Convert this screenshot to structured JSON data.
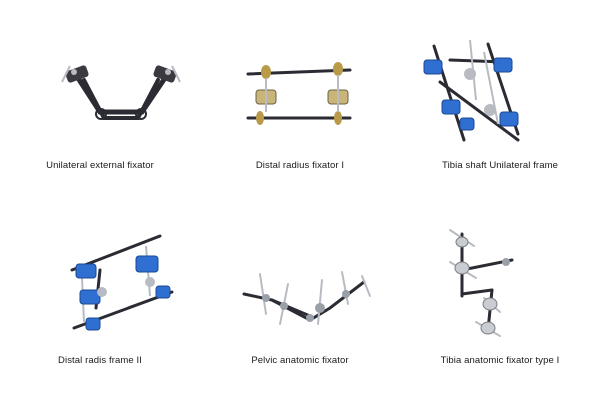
{
  "items": [
    {
      "caption": "Unilateral external fixator"
    },
    {
      "caption": "Distal radius fixator I"
    },
    {
      "caption": "Tibia shaft Unilateral frame"
    },
    {
      "caption": "Distal radis frame II"
    },
    {
      "caption": "Pelvic anatomic fixator"
    },
    {
      "caption": "Tibia anatomic fixator type I"
    }
  ],
  "colors": {
    "rod": "#2b2b33",
    "clamp_blue": "#2f6fd1",
    "clamp_gold": "#c9b57a",
    "steel": "#b8bcc2",
    "text": "#1a1a1a"
  }
}
